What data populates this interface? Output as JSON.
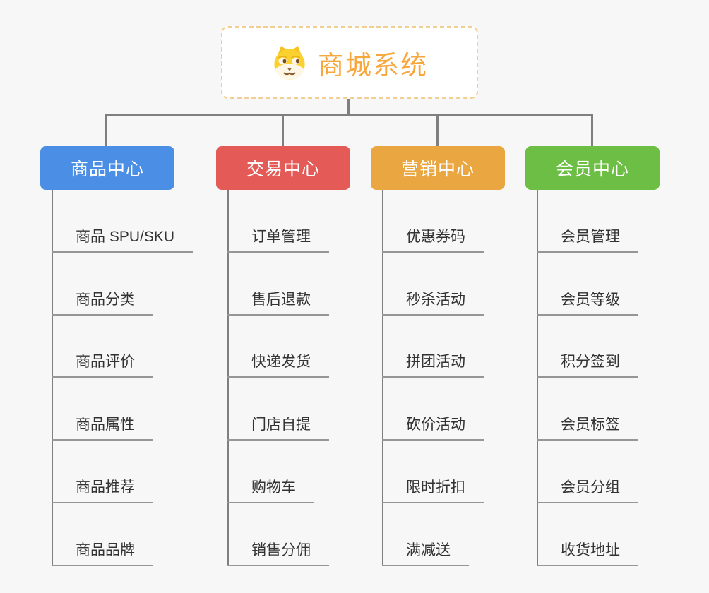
{
  "root": {
    "title": "商城系统",
    "icon": "dog-face",
    "title_color": "#f7a73c",
    "border_color": "#f2ce92"
  },
  "connector_color": "#7f7f7f",
  "branches": [
    {
      "label": "商品中心",
      "color": "#4a8ee5",
      "items": [
        "商品 SPU/SKU",
        "商品分类",
        "商品评价",
        "商品属性",
        "商品推荐",
        "商品品牌"
      ]
    },
    {
      "label": "交易中心",
      "color": "#e35a57",
      "items": [
        "订单管理",
        "售后退款",
        "快递发货",
        "门店自提",
        "购物车",
        "销售分佣"
      ]
    },
    {
      "label": "营销中心",
      "color": "#eaa640",
      "items": [
        "优惠券码",
        "秒杀活动",
        "拼团活动",
        "砍价活动",
        "限时折扣",
        "满减送"
      ]
    },
    {
      "label": "会员中心",
      "color": "#6dbe45",
      "items": [
        "会员管理",
        "会员等级",
        "积分签到",
        "会员标签",
        "会员分组",
        "收货地址"
      ]
    }
  ]
}
